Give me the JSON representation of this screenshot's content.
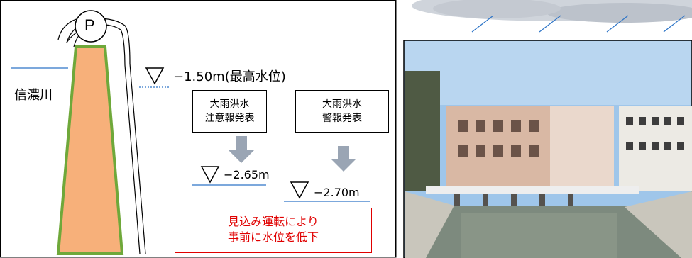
{
  "diagram": {
    "pump_label": "P",
    "river_label": "信濃川",
    "max_level": {
      "value": "−1.50m",
      "note": "(最高水位)"
    },
    "advisory_box": {
      "line1": "大雨洪水",
      "line2": "注意報発表"
    },
    "warning_box": {
      "line1": "大雨洪水",
      "line2": "警報発表"
    },
    "advisory_level": "−2.65m",
    "warning_level": "−2.70m",
    "pre_lowering_note": {
      "line1": "見込み運転により",
      "line2": "事前に水位を低下"
    }
  },
  "photo": {
    "subject": "pumping station building with gated weir over a river channel",
    "rain_indicator": "cloud-with-rain-icon"
  },
  "colors": {
    "embankment_fill": "#f7b07a",
    "embankment_border": "#6fa83a",
    "level_line": "#2e75c8",
    "arrow": "#9aa5b4",
    "note_red": "#e00000"
  }
}
